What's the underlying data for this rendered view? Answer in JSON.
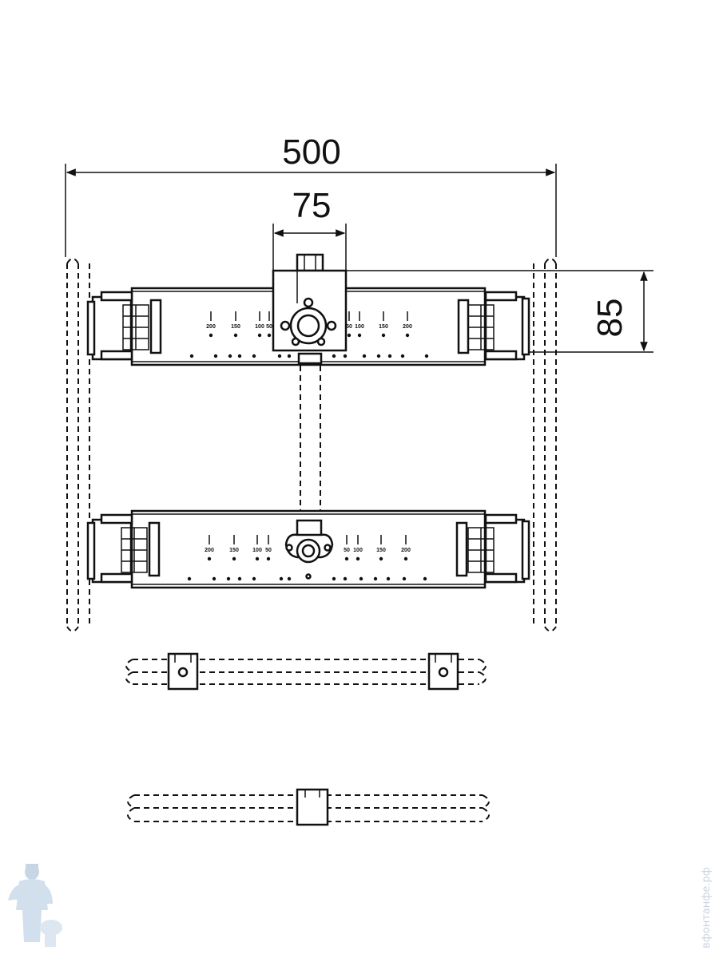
{
  "dimensions": {
    "overall_width": "500",
    "connector_spacing": "75",
    "connector_height": "85"
  },
  "rail_markings": [
    "200",
    "150",
    "100",
    "50",
    "50",
    "100",
    "150",
    "200"
  ],
  "watermark": {
    "side_text": "вфонтанфе.рф",
    "logo": "plumber-logo"
  }
}
